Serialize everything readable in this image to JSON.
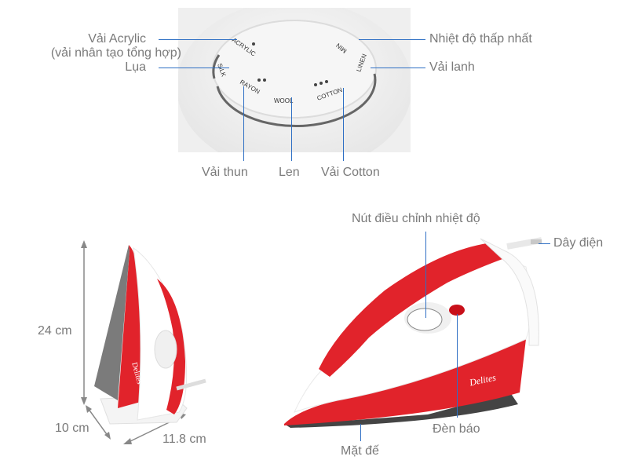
{
  "dial_panel": {
    "labels_left": [
      {
        "text": "Vải Acrylic",
        "subtext": "(vải nhân tạo tổng hợp)"
      },
      {
        "text": "Lụa"
      }
    ],
    "labels_right": [
      {
        "text": "Nhiệt độ thấp nhất"
      },
      {
        "text": "Vải lanh"
      }
    ],
    "labels_bottom": [
      {
        "text": "Vải thun"
      },
      {
        "text": "Len"
      },
      {
        "text": "Vải Cotton"
      }
    ],
    "dial_marks": [
      "ACRYLIC",
      "SILK",
      "RAYON",
      "WOOL",
      "COTTON",
      "LINEN",
      "MIN"
    ]
  },
  "dimensions": {
    "height": "24 cm",
    "depth": "10 cm",
    "width": "11.8 cm",
    "brand": "Delites"
  },
  "iron_parts": {
    "thermostat": "Nút điều chỉnh nhiệt độ",
    "cord": "Dây điện",
    "indicator": "Đèn báo",
    "soleplate": "Mặt đế",
    "brand": "Delites"
  },
  "colors": {
    "accent_line": "#2e6fc4",
    "iron_red": "#e1232b",
    "label_gray": "#7a7a7a"
  }
}
